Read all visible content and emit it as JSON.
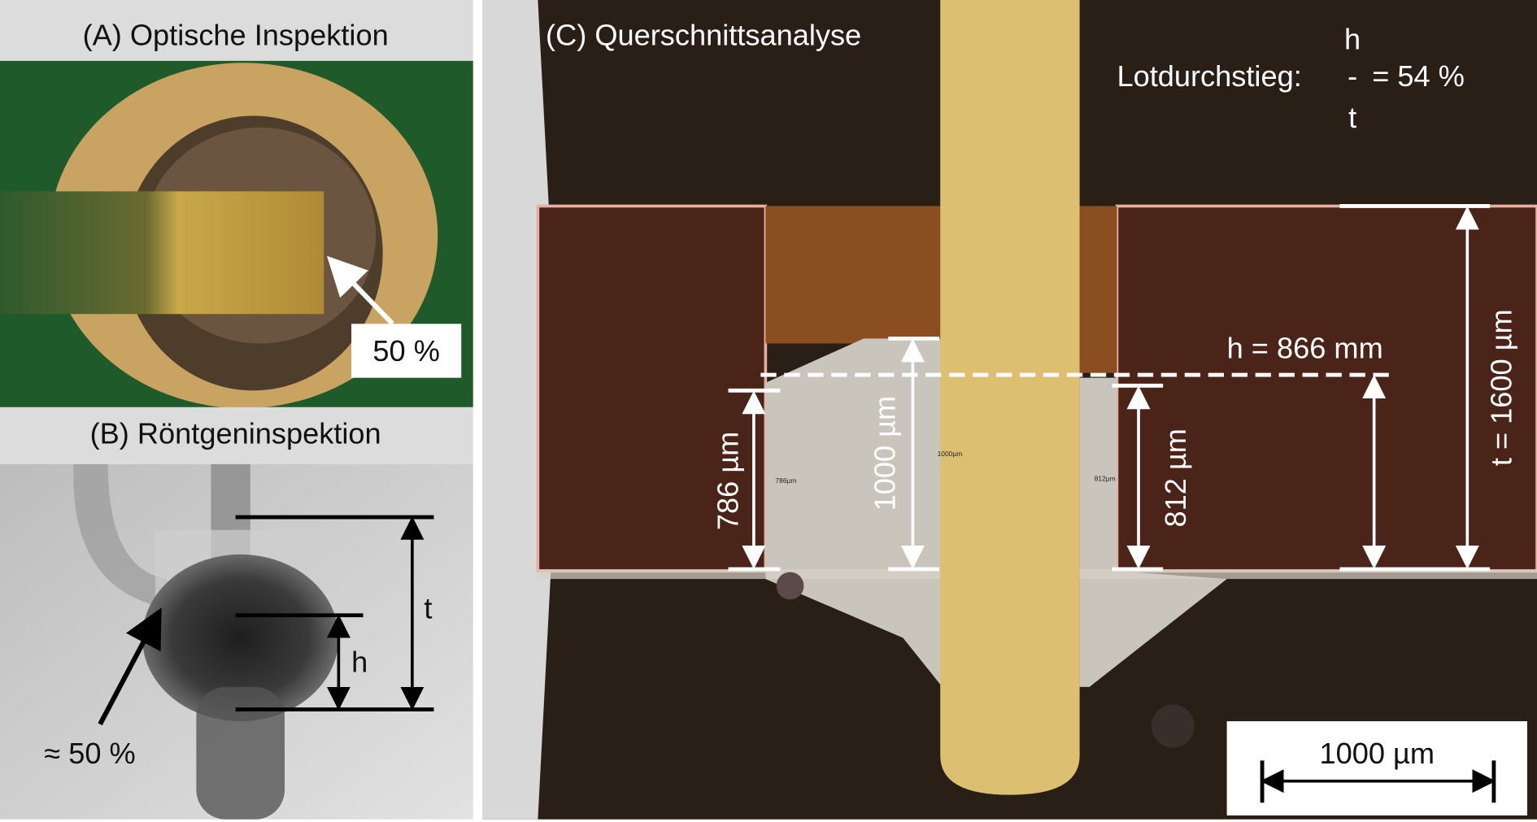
{
  "panel_a": {
    "title": "(A) Optische Inspektion",
    "label": "50 %"
  },
  "panel_b": {
    "title": "(B) Röntgeninspektion",
    "label_t": "t",
    "label_h": "h",
    "label_fill": "≈ 50 %"
  },
  "panel_c": {
    "title": "(C) Querschnittsanalyse",
    "formula_label": "Lotdurchstieg:",
    "formula_num": "h",
    "formula_bar": "-",
    "formula_den": "t",
    "formula_result": "= 54 %",
    "h_label": "h = 866 mm",
    "t_label": "t = 1600 µm",
    "m1": "786 µm",
    "m2": "1000 µm",
    "m3": "812 µm",
    "tiny1": "786µm",
    "tiny2": "1000µm",
    "tiny3": "812µm",
    "scale_bar": "1000 µm"
  },
  "colors": {
    "board_green": "#1f5a2a",
    "laminate": "#4a2418",
    "pin": "#ddbf72",
    "solder": "#c9c5bd"
  }
}
